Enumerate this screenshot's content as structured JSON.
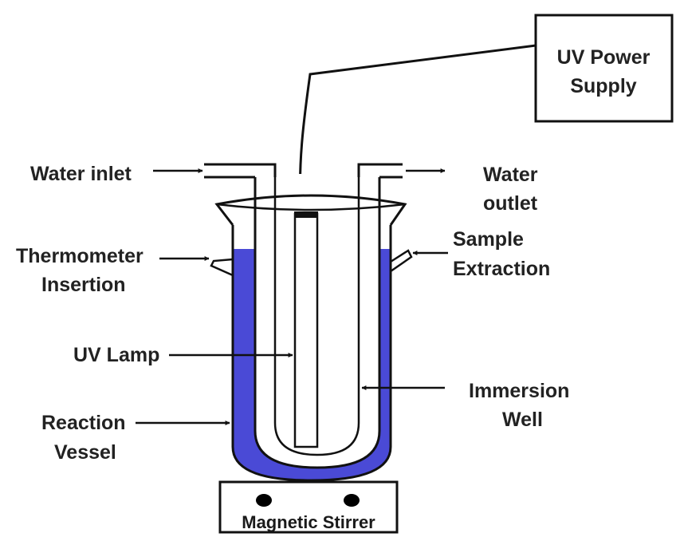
{
  "colors": {
    "water": "#4a4ad6",
    "line": "#111111",
    "text": "#222222",
    "background": "#ffffff"
  },
  "labels": {
    "power_supply_line1": "UV Power",
    "power_supply_line2": "Supply",
    "water_inlet": "Water inlet",
    "water_outlet_line1": "Water",
    "water_outlet_line2": "outlet",
    "thermometer_line1": "Thermometer",
    "thermometer_line2": "Insertion",
    "sample_line1": "Sample",
    "sample_line2": "Extraction",
    "uv_lamp": "UV Lamp",
    "immersion_line1": "Immersion",
    "immersion_line2": "Well",
    "reaction_line1": "Reaction",
    "reaction_line2": "Vessel",
    "stirrer": "Magnetic Stirrer"
  }
}
